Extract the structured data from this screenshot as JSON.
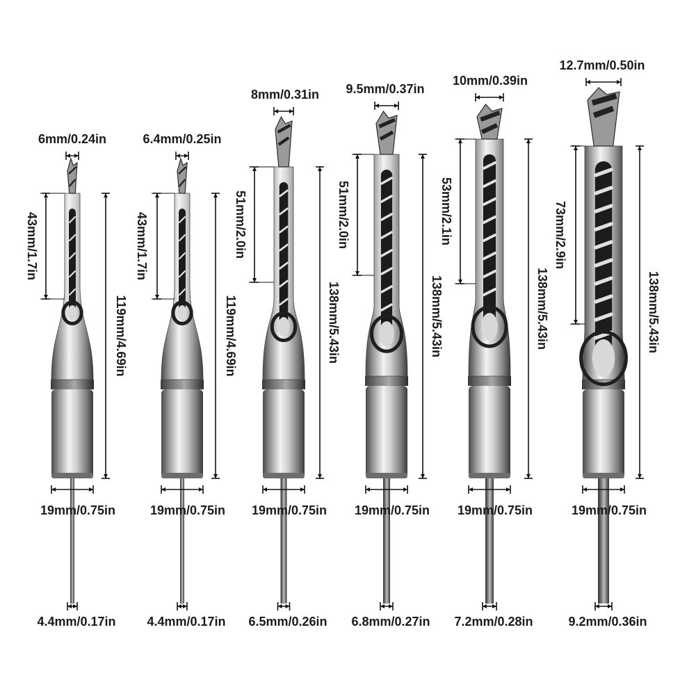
{
  "bits": [
    {
      "tip": "6mm/0.24in",
      "flute": "43mm/1.7in",
      "length": "119mm/4.69in",
      "shank": "19mm/0.75in",
      "drill": "4.4mm/0.17in"
    },
    {
      "tip": "6.4mm/0.25in",
      "flute": "43mm/1.7in",
      "length": "119mm/4.69in",
      "shank": "19mm/0.75in",
      "drill": "4.4mm/0.17in"
    },
    {
      "tip": "8mm/0.31in",
      "flute": "51mm/2.0in",
      "length": "138mm/5.43in",
      "shank": "19mm/0.75in",
      "drill": "6.5mm/0.26in"
    },
    {
      "tip": "9.5mm/0.37in",
      "flute": "51mm/2.0in",
      "length": "138mm/5.43in",
      "shank": "19mm/0.75in",
      "drill": "6.8mm/0.27in"
    },
    {
      "tip": "10mm/0.39in",
      "flute": "53mm/2.1in",
      "length": "138mm/5.43in",
      "shank": "19mm/0.75in",
      "drill": "7.2mm/0.28in"
    },
    {
      "tip": "12.7mm/0.50in",
      "flute": "73mm/2.9in",
      "length": "138mm/5.43in",
      "shank": "19mm/0.75in",
      "drill": "9.2mm/0.36in"
    }
  ]
}
